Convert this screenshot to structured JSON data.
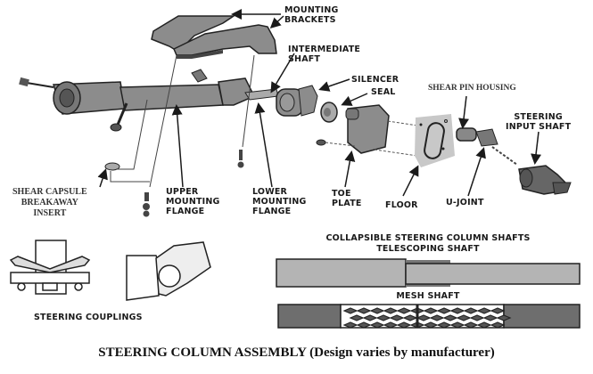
{
  "diagram": {
    "caption": "STEERING COLUMN ASSEMBLY (Design varies by manufacturer)",
    "assembly_labels": {
      "mounting_brackets": "MOUNTING\nBRACKETS",
      "intermediate_shaft": "INTERMEDIATE\nSHAFT",
      "silencer": "SILENCER",
      "seal": "SEAL",
      "shear_pin_housing": "SHEAR PIN HOUSING",
      "steering_input_shaft": "STEERING\nINPUT SHAFT",
      "shear_capsule": "SHEAR CAPSULE\nBREAKAWAY\nINSERT",
      "upper_mounting_flange": "UPPER\nMOUNTING\nFLANGE",
      "lower_mounting_flange": "LOWER\nMOUNTING\nFLANGE",
      "toe_plate": "TOE\nPLATE",
      "floor": "FLOOR",
      "u_joint": "U-JOINT"
    },
    "couplings": {
      "title": "STEERING COUPLINGS"
    },
    "collapsible": {
      "title": "COLLAPSIBLE STEERING COLUMN SHAFTS",
      "telescoping": "TELESCOPING SHAFT",
      "mesh": "MESH SHAFT"
    }
  },
  "colors": {
    "part_fill": "#8c8c8c",
    "part_dark": "#555555",
    "outline": "#222222",
    "floor_panel": "#c8c8c8",
    "tele_light": "#b4b4b4",
    "mesh_dark": "#6e6e6e"
  }
}
